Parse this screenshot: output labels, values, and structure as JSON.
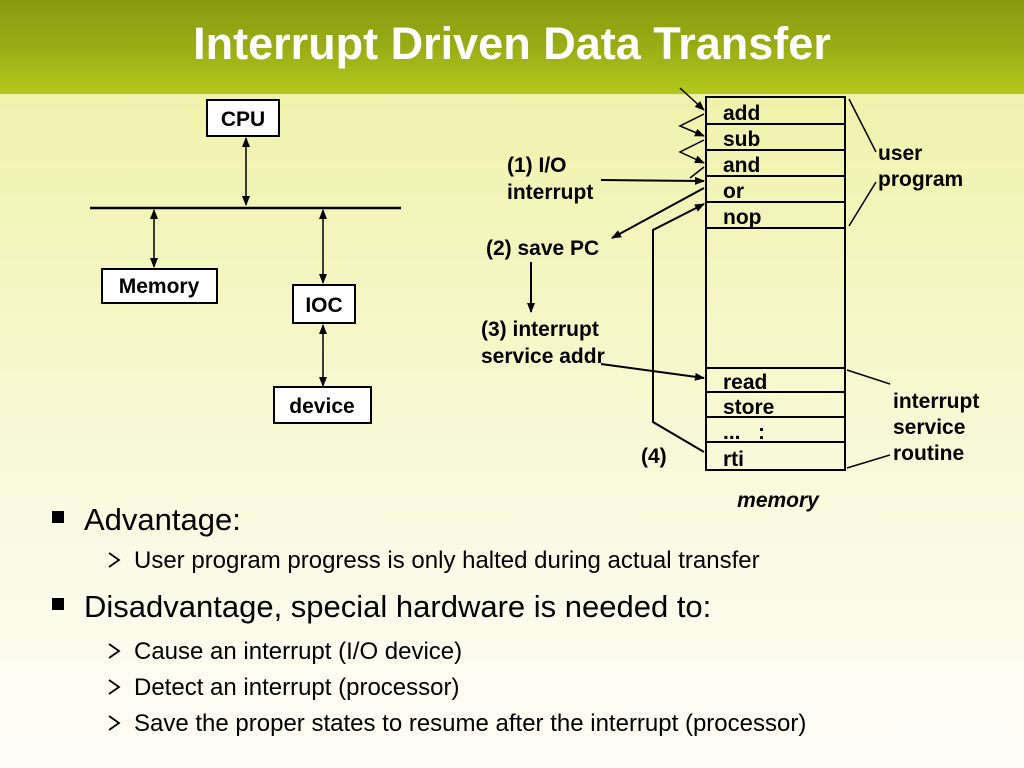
{
  "title": "Interrupt Driven Data Transfer",
  "diagram": {
    "blocks": {
      "cpu": "CPU",
      "memory": "Memory",
      "ioc": "IOC",
      "device": "device"
    },
    "steps": {
      "step1_line1": "(1) I/O",
      "step1_line2": "interrupt",
      "step2": "(2) save PC",
      "step3_line1": "(3) interrupt",
      "step3_line2": "service addr",
      "step4": "(4)"
    },
    "user_program_cells": [
      "add",
      "sub",
      "and",
      "or",
      "nop"
    ],
    "isr_cells": [
      "read",
      "store",
      "...   :",
      "rti"
    ],
    "labels": {
      "user_program_line1": "user",
      "user_program_line2": "program",
      "isr_line1": "interrupt",
      "isr_line2": "service",
      "isr_line3": "routine",
      "memory": "memory"
    }
  },
  "bullets": [
    {
      "text": "Advantage:",
      "sub": [
        "User program progress is only halted during actual transfer"
      ]
    },
    {
      "text": "Disadvantage,  special hardware is needed to:",
      "sub": [
        "Cause an interrupt (I/O device)",
        "Detect an interrupt (processor)",
        "Save the proper states to resume after the interrupt (processor)"
      ]
    }
  ]
}
